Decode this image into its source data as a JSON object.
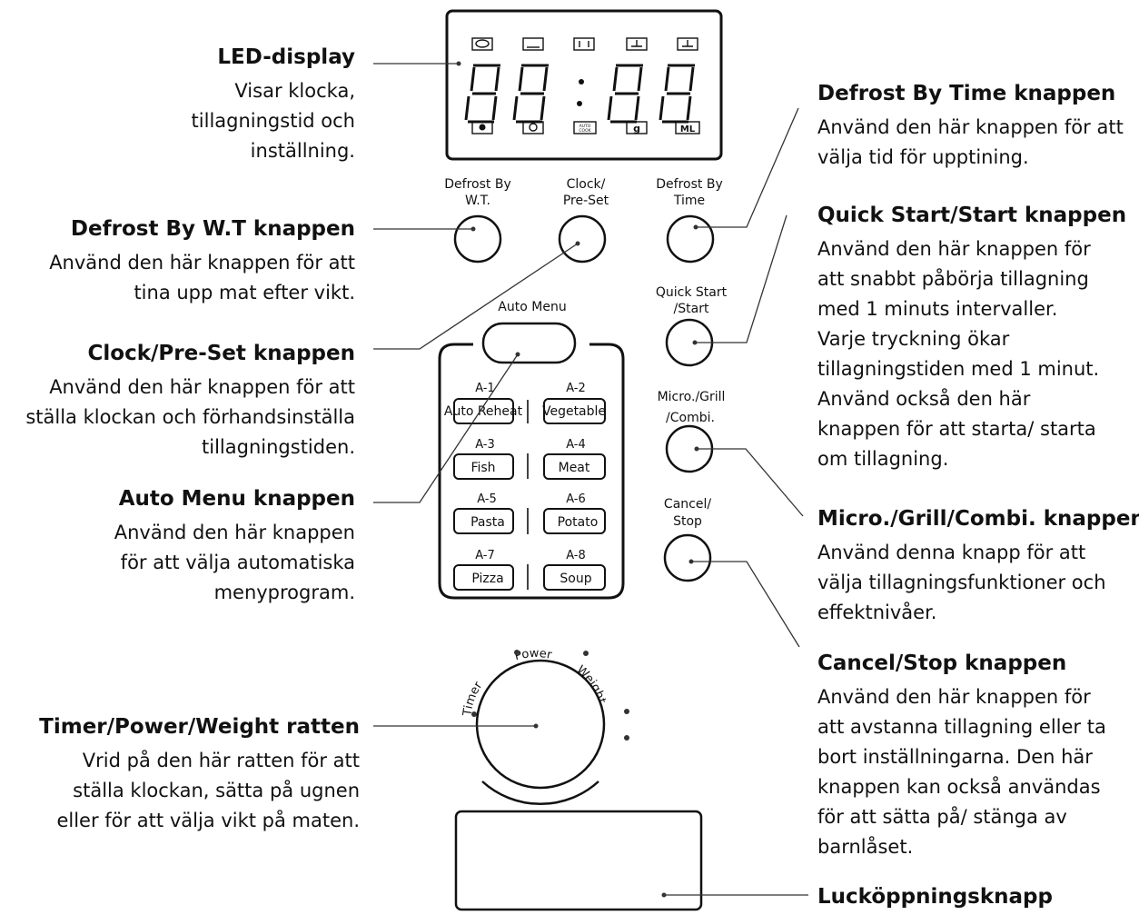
{
  "annotations": {
    "led_display": {
      "title": "LED-display",
      "desc": "Visar klocka, tillagningstid och inställning."
    },
    "defrost_wt": {
      "title": "Defrost By W.T knappen",
      "desc": "Använd den här knappen för att tina upp mat efter vikt."
    },
    "clock_preset": {
      "title": "Clock/Pre-Set knappen",
      "desc": "Använd den här knappen för att ställa klockan och förhandsinställa tillagningstiden."
    },
    "auto_menu": {
      "title": "Auto Menu knappen",
      "desc": "Använd den här knappen för att välja automatiska menyprogram."
    },
    "dial": {
      "title": "Timer/Power/Weight ratten",
      "desc": "Vrid på den här ratten för att ställa klockan, sätta på ugnen eller för att välja vikt på maten."
    },
    "defrost_time": {
      "title": "Defrost By Time knappen",
      "desc": "Använd den här knappen för att välja tid för upptining."
    },
    "quick_start": {
      "title": "Quick Start/Start knappen",
      "desc": "Använd den här knappen för att snabbt påbörja tillagning med 1 minuts intervaller. Varje tryckning ökar tillagningstiden med 1 minut. Använd också den här knappen för att starta/ starta om tillagning."
    },
    "micro_grill": {
      "title": "Micro./Grill/Combi. knappen",
      "desc": "Använd denna knapp för att välja tillagningsfunktioner och effektnivåer."
    },
    "cancel_stop": {
      "title": "Cancel/Stop knappen",
      "desc": "Använd den här knappen för att avstanna tillagning eller ta bort inställningarna. Den här knappen kan också användas för att sätta på/ stänga av barnlåset."
    },
    "door": {
      "title": "Lucköppningsknapp"
    }
  },
  "panel": {
    "display_digits": "88:88",
    "display_icon_labels": {
      "auto_cook": "AUTO COOK",
      "gram": "g",
      "ml": "ML"
    },
    "buttons": {
      "defrost_wt": [
        "Defrost By",
        "W.T."
      ],
      "clock_preset": [
        "Clock/",
        "Pre-Set"
      ],
      "defrost_time": [
        "Defrost By",
        "Time"
      ],
      "quick_start": [
        "Quick Start",
        "/Start"
      ],
      "micro_grill": [
        "Micro./Grill",
        "/Combi."
      ],
      "cancel_stop": [
        "Cancel/",
        "Stop"
      ],
      "auto_menu": "Auto Menu"
    },
    "menu": [
      {
        "code": "A-1",
        "name": "Auto Reheat"
      },
      {
        "code": "A-2",
        "name": "Vegetable"
      },
      {
        "code": "A-3",
        "name": "Fish"
      },
      {
        "code": "A-4",
        "name": "Meat"
      },
      {
        "code": "A-5",
        "name": "Pasta"
      },
      {
        "code": "A-6",
        "name": "Potato"
      },
      {
        "code": "A-7",
        "name": "Pizza"
      },
      {
        "code": "A-8",
        "name": "Soup"
      }
    ],
    "dial_labels": [
      "Timer",
      "Power",
      "Weight"
    ]
  }
}
